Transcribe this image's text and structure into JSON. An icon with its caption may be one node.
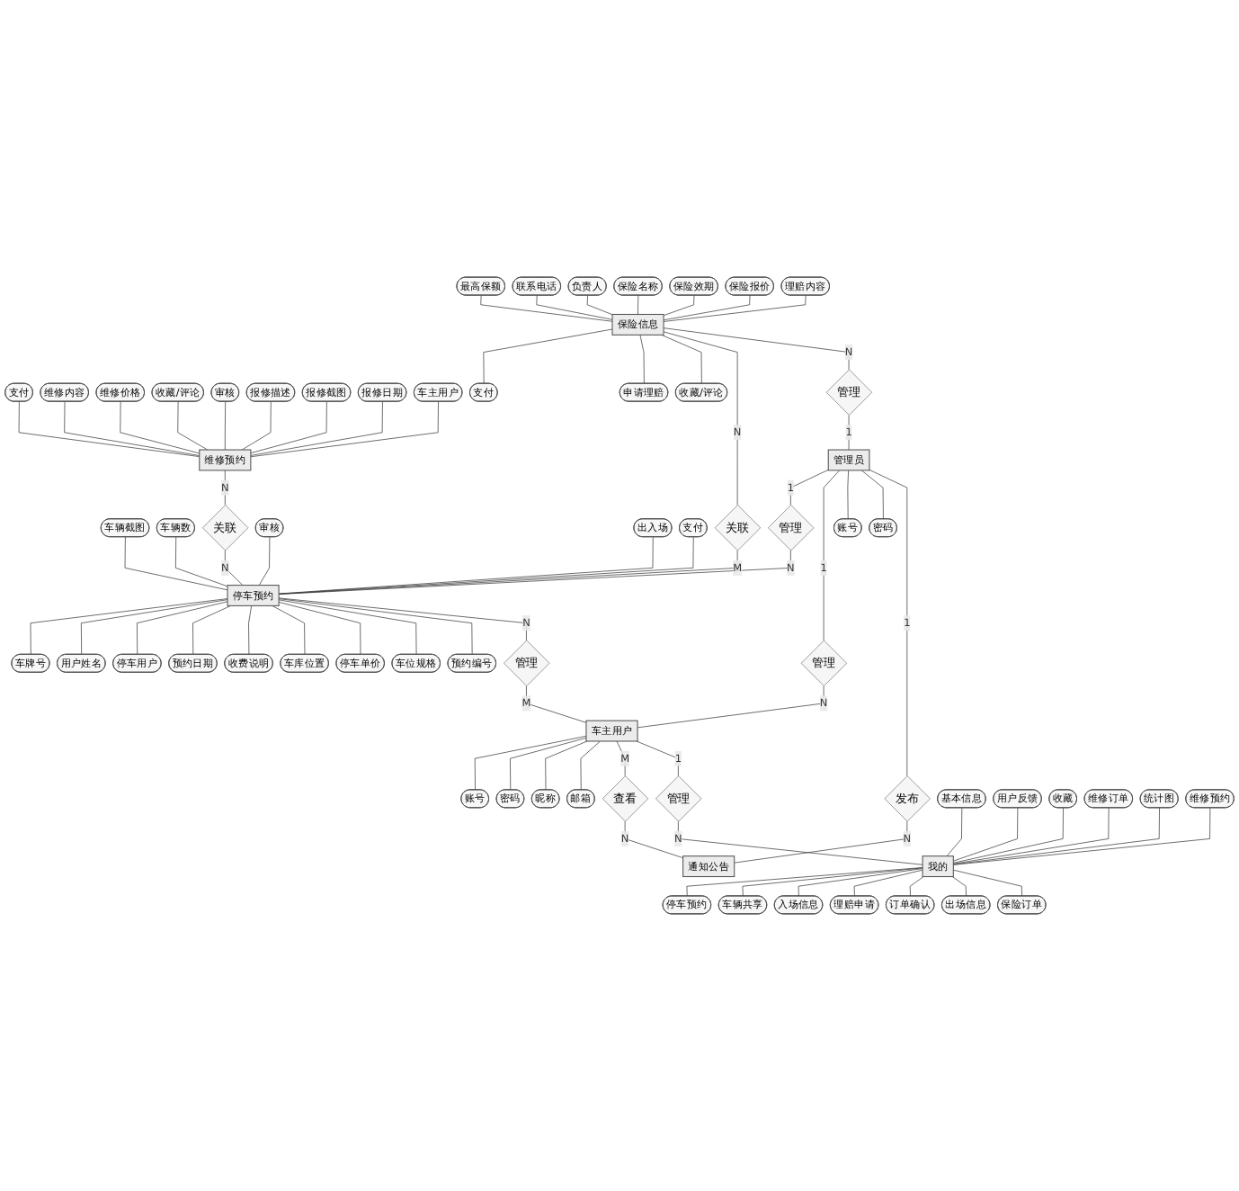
{
  "diagram": {
    "nodes": [
      {
        "text": [
          "支付"
        ]
      },
      {
        "text": [
          "维修内容"
        ]
      },
      {
        "text": [
          "维修价格"
        ]
      },
      {
        "text": [
          "收藏/评论"
        ]
      },
      {
        "text": [
          "审核"
        ]
      },
      {
        "text": [
          "报修描述"
        ]
      },
      {
        "text": [
          "报修截图"
        ]
      },
      {
        "text": [
          "报修日期"
        ]
      },
      {
        "text": [
          "车主用户"
        ]
      },
      {
        "text": [
          "车辆截图"
        ]
      },
      {
        "text": [
          "维修预约"
        ]
      },
      {
        "text": [
          "车牌号"
        ]
      },
      {
        "text": [
          "用户姓名"
        ]
      },
      {
        "text": [
          "停车用户"
        ]
      },
      {
        "text": [
          "车辆数"
        ]
      },
      {
        "text": [
          "关联"
        ]
      },
      {
        "text": [
          "最高保额"
        ]
      },
      {
        "text": [
          "联系电话"
        ]
      },
      {
        "text": [
          "负责人"
        ]
      },
      {
        "text": [
          "保险名称"
        ]
      },
      {
        "text": [
          "审核"
        ]
      },
      {
        "text": [
          "预约日期"
        ]
      },
      {
        "text": [
          "出入场"
        ]
      },
      {
        "text": [
          "保险效期"
        ]
      },
      {
        "text": [
          "保险报价"
        ]
      },
      {
        "text": [
          "收费说明"
        ]
      },
      {
        "text": [
          "支付"
        ]
      },
      {
        "text": [
          "理赔内容"
        ]
      },
      {
        "text": [
          "车库位置"
        ]
      },
      {
        "text": [
          "保险信息"
        ]
      },
      {
        "text": [
          "关联"
        ]
      },
      {
        "text": [
          "停车预约"
        ]
      },
      {
        "text": [
          "支付"
        ]
      },
      {
        "text": [
          "停车单价"
        ]
      },
      {
        "text": [
          "车位规格"
        ]
      },
      {
        "text": [
          "管理"
        ]
      },
      {
        "text": [
          "管理"
        ]
      },
      {
        "text": [
          "管理"
        ]
      },
      {
        "text": [
          "申请理赔"
        ]
      },
      {
        "text": [
          "预约编号"
        ]
      },
      {
        "text": [
          "账号"
        ]
      },
      {
        "text": [
          "收藏/评论"
        ]
      },
      {
        "text": [
          "管理员"
        ]
      },
      {
        "text": [
          "管理"
        ]
      },
      {
        "text": [
          "车主用户"
        ]
      },
      {
        "text": [
          "密码"
        ]
      },
      {
        "text": [
          "账号"
        ]
      },
      {
        "text": [
          "昵称"
        ]
      },
      {
        "text": [
          "密码"
        ]
      },
      {
        "text": [
          "发布"
        ]
      },
      {
        "text": [
          "查看"
        ]
      },
      {
        "text": [
          "邮箱"
        ]
      },
      {
        "text": [
          "管理"
        ]
      },
      {
        "text": [
          "基本信息"
        ]
      },
      {
        "text": [
          "通知公告"
        ]
      },
      {
        "text": [
          "用户反馈"
        ]
      },
      {
        "text": [
          "收藏"
        ]
      },
      {
        "text": [
          "我的"
        ]
      },
      {
        "text": [
          "维修订单"
        ]
      },
      {
        "text": [
          "统计图"
        ]
      },
      {
        "text": [
          "维修预约"
        ]
      },
      {
        "text": [
          "停车预约"
        ]
      },
      {
        "text": [
          "车辆共享"
        ]
      },
      {
        "text": [
          "入场信息"
        ]
      },
      {
        "text": [
          "理赔申请"
        ]
      },
      {
        "text": [
          "订单确认"
        ]
      },
      {
        "text": [
          "出场信息"
        ]
      },
      {
        "text": [
          "保险订单"
        ]
      }
    ],
    "edges": [
      {
        "from": 3,
        "to": 10,
        "arrow": "none"
      },
      {
        "from": 0,
        "to": 10,
        "arrow": "none"
      },
      {
        "from": 1,
        "to": 10,
        "arrow": "none"
      },
      {
        "from": 2,
        "to": 10,
        "arrow": "none"
      },
      {
        "from": 4,
        "to": 10,
        "arrow": "none"
      },
      {
        "from": 5,
        "to": 10,
        "arrow": "none"
      },
      {
        "from": 6,
        "to": 10,
        "arrow": "none"
      },
      {
        "from": 7,
        "to": 10,
        "arrow": "none"
      },
      {
        "from": 8,
        "to": 10,
        "arrow": "none"
      },
      {
        "from": 10,
        "to": 15,
        "label": "N",
        "arrow": "none"
      },
      {
        "from": 15,
        "to": 31,
        "label": "N",
        "arrow": "none"
      },
      {
        "from": 9,
        "to": 31,
        "arrow": "none"
      },
      {
        "from": 14,
        "to": 31,
        "arrow": "none"
      },
      {
        "from": 20,
        "to": 31,
        "arrow": "none"
      },
      {
        "from": 22,
        "to": 31,
        "arrow": "none"
      },
      {
        "from": 26,
        "to": 31,
        "arrow": "none"
      },
      {
        "from": 31,
        "to": 11,
        "arrow": "none"
      },
      {
        "from": 31,
        "to": 12,
        "arrow": "none"
      },
      {
        "from": 31,
        "to": 13,
        "arrow": "none"
      },
      {
        "from": 31,
        "to": 21,
        "arrow": "none"
      },
      {
        "from": 31,
        "to": 25,
        "arrow": "none"
      },
      {
        "from": 31,
        "to": 28,
        "arrow": "none"
      },
      {
        "from": 31,
        "to": 33,
        "arrow": "none"
      },
      {
        "from": 31,
        "to": 34,
        "arrow": "none"
      },
      {
        "from": 31,
        "to": 39,
        "arrow": "none"
      },
      {
        "from": 16,
        "to": 29,
        "arrow": "none"
      },
      {
        "from": 17,
        "to": 29,
        "arrow": "none"
      },
      {
        "from": 18,
        "to": 29,
        "arrow": "none"
      },
      {
        "from": 19,
        "to": 29,
        "arrow": "none"
      },
      {
        "from": 23,
        "to": 29,
        "arrow": "none"
      },
      {
        "from": 24,
        "to": 29,
        "arrow": "none"
      },
      {
        "from": 27,
        "to": 29,
        "arrow": "none"
      },
      {
        "from": 29,
        "to": 32,
        "arrow": "none"
      },
      {
        "from": 29,
        "to": 38,
        "arrow": "none"
      },
      {
        "from": 29,
        "to": 41,
        "arrow": "none"
      },
      {
        "from": 29,
        "to": 30,
        "label": "N",
        "arrow": "none"
      },
      {
        "from": 30,
        "to": 31,
        "label": "M",
        "arrow": "none"
      },
      {
        "from": 29,
        "to": 35,
        "label": "N",
        "arrow": "none"
      },
      {
        "from": 35,
        "to": 42,
        "label": "1",
        "arrow": "none"
      },
      {
        "from": 42,
        "to": 36,
        "label": "1",
        "arrow": "none"
      },
      {
        "from": 36,
        "to": 31,
        "label": "N",
        "arrow": "none"
      },
      {
        "from": 31,
        "to": 37,
        "label": "N",
        "arrow": "none"
      },
      {
        "from": 37,
        "to": 44,
        "label": "M",
        "arrow": "none"
      },
      {
        "from": 42,
        "to": 43,
        "label": "1",
        "arrow": "none"
      },
      {
        "from": 43,
        "to": 44,
        "label": "N",
        "arrow": "none"
      },
      {
        "from": 44,
        "to": 40,
        "arrow": "none"
      },
      {
        "from": 44,
        "to": 45,
        "arrow": "none"
      },
      {
        "from": 44,
        "to": 47,
        "arrow": "none"
      },
      {
        "from": 44,
        "to": 51,
        "arrow": "none"
      },
      {
        "from": 42,
        "to": 46,
        "arrow": "none"
      },
      {
        "from": 42,
        "to": 48,
        "arrow": "none"
      },
      {
        "from": 42,
        "to": 49,
        "label": "1",
        "arrow": "none"
      },
      {
        "from": 49,
        "to": 54,
        "label": "N",
        "arrow": "none"
      },
      {
        "from": 44,
        "to": 50,
        "label": "M",
        "arrow": "none"
      },
      {
        "from": 50,
        "to": 54,
        "label": "N",
        "arrow": "none"
      },
      {
        "from": 44,
        "to": 52,
        "label": "1",
        "arrow": "none"
      },
      {
        "from": 52,
        "to": 57,
        "label": "N",
        "arrow": "none"
      },
      {
        "from": 53,
        "to": 57,
        "arrow": "none"
      },
      {
        "from": 55,
        "to": 57,
        "arrow": "none"
      },
      {
        "from": 56,
        "to": 57,
        "arrow": "none"
      },
      {
        "from": 58,
        "to": 57,
        "arrow": "none"
      },
      {
        "from": 59,
        "to": 57,
        "arrow": "none"
      },
      {
        "from": 60,
        "to": 57,
        "arrow": "none"
      },
      {
        "from": 57,
        "to": 61,
        "arrow": "none"
      },
      {
        "from": 57,
        "to": 62,
        "arrow": "none"
      },
      {
        "from": 57,
        "to": 63,
        "arrow": "none"
      },
      {
        "from": 57,
        "to": 64,
        "arrow": "none"
      },
      {
        "from": 57,
        "to": 65,
        "arrow": "none"
      },
      {
        "from": 57,
        "to": 66,
        "arrow": "none"
      },
      {
        "from": 57,
        "to": 67,
        "arrow": "none"
      }
    ]
  }
}
